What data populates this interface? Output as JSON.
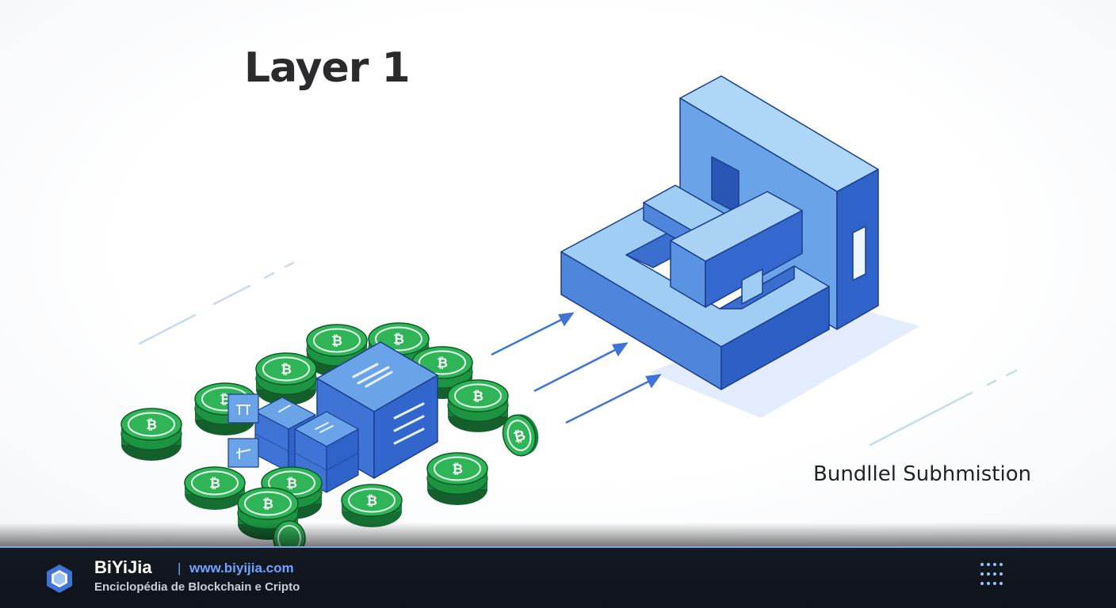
{
  "heading": "Layer 1",
  "caption": "Bundllel Subhmistion",
  "footer": {
    "brand": "BiYiJia",
    "separator": "|",
    "url": "www.biyijia.com",
    "tagline": "Enciclopédia de Blockchain e Cripto",
    "logo_icon": "hexagon-logo-icon",
    "menu_icon": "grid-dots-icon"
  },
  "colors": {
    "block_light": "#a9d2f5",
    "block_mid": "#5b93e3",
    "block_dark": "#2f63c9",
    "coin_green": "#21a147",
    "coin_dark": "#17803a",
    "arrow": "#3f74d6",
    "footer_bg": "#121720",
    "footer_accent": "#6fa3ff"
  }
}
